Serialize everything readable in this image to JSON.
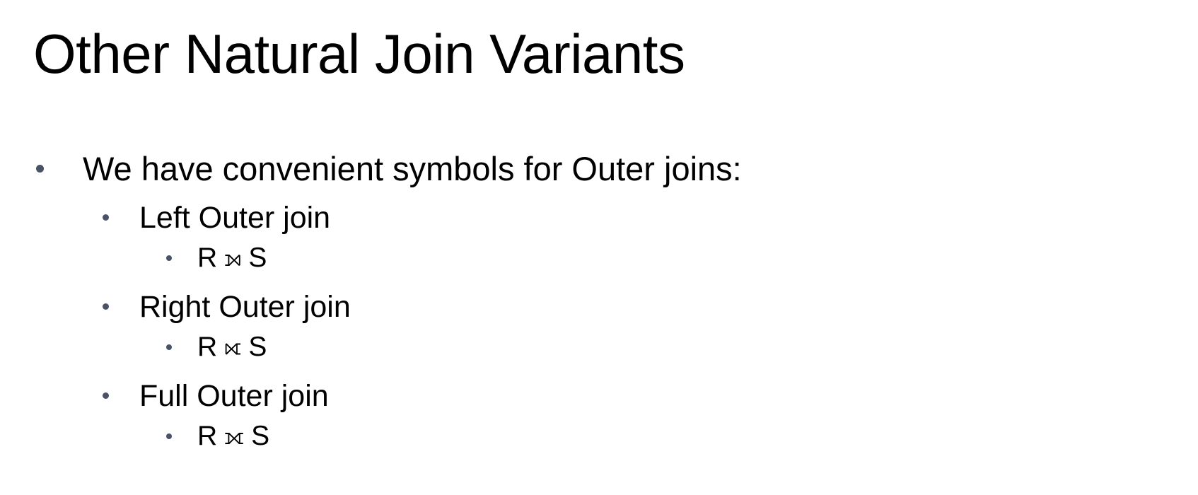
{
  "slide": {
    "title": "Other Natural Join Variants",
    "bullets": [
      {
        "text": "We have convenient symbols for Outer joins:"
      }
    ],
    "joins": [
      {
        "label": "Left Outer join",
        "left_operand": "R",
        "symbol": "⟕",
        "right_operand": "S"
      },
      {
        "label": "Right Outer join",
        "left_operand": "R",
        "symbol": "⟖",
        "right_operand": "S"
      },
      {
        "label": "Full Outer join",
        "left_operand": "R",
        "symbol": "⟗",
        "right_operand": "S"
      }
    ]
  },
  "colors": {
    "bullet": "#4a5268",
    "text": "#000000",
    "background": "#ffffff"
  },
  "icons": {
    "bullet": "bullet-dot-icon",
    "left_outer_join": "left-outer-join-icon",
    "right_outer_join": "right-outer-join-icon",
    "full_outer_join": "full-outer-join-icon"
  }
}
